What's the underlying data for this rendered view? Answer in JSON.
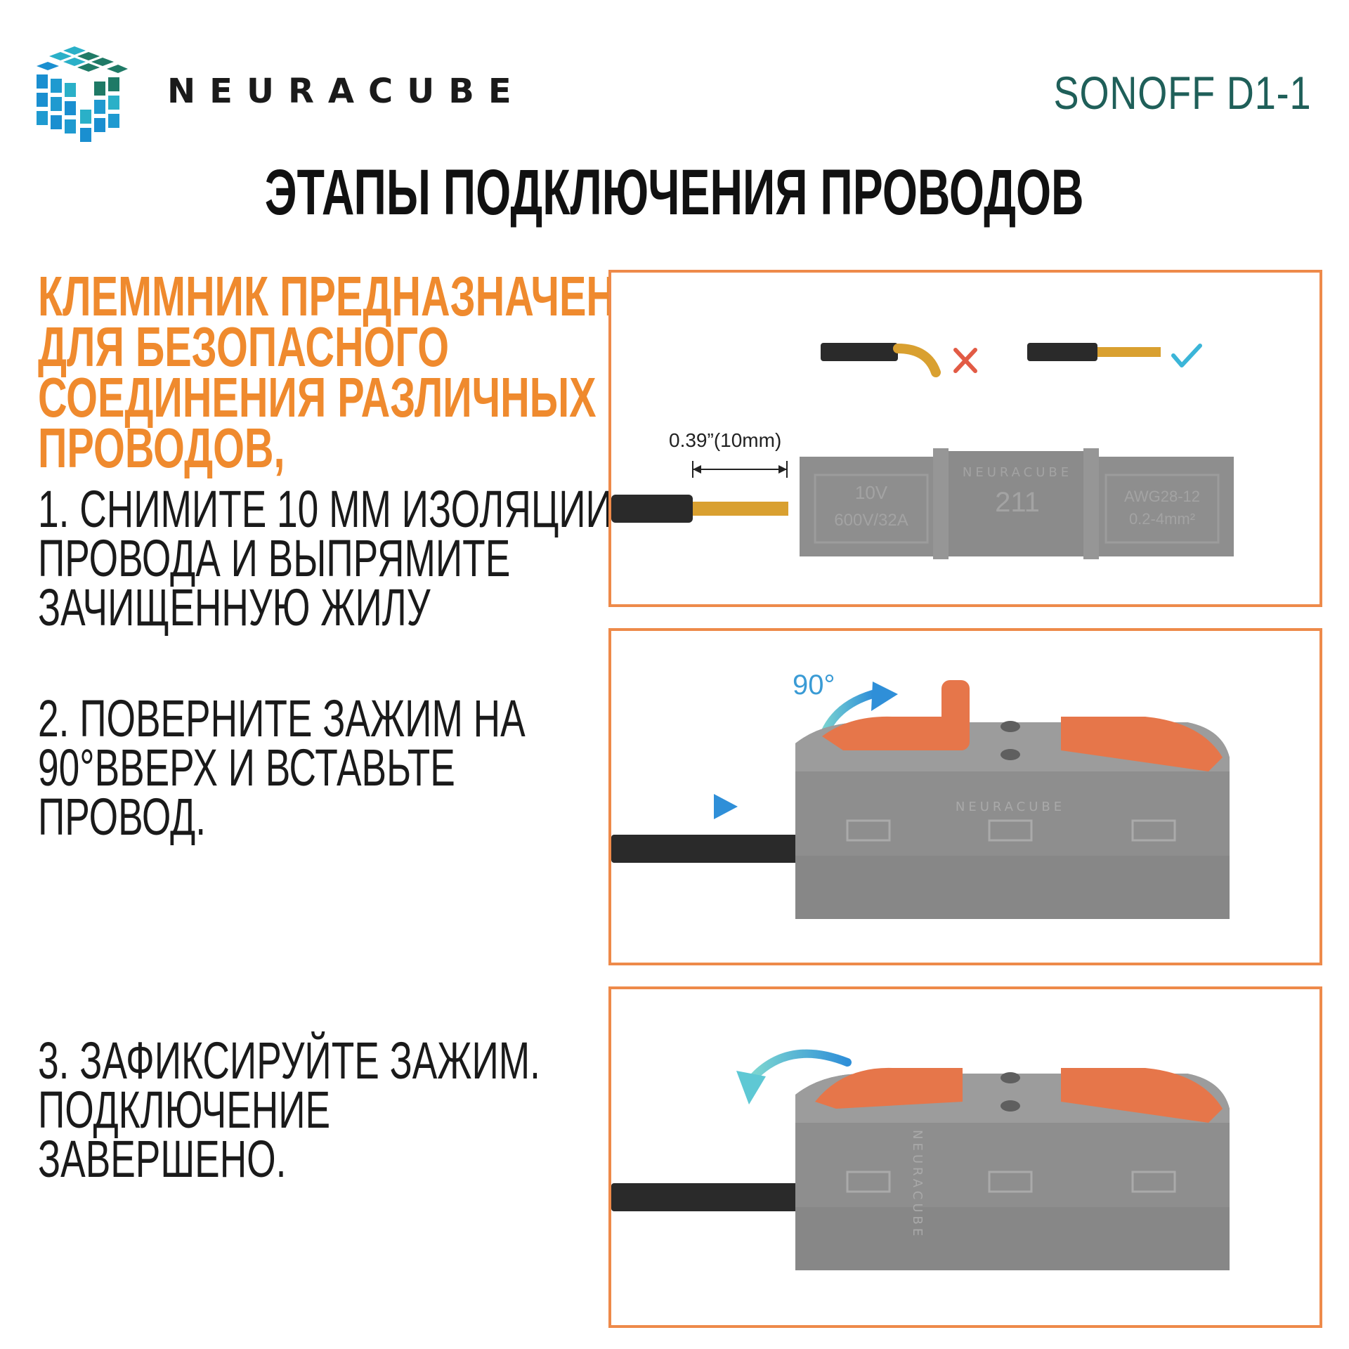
{
  "brand": {
    "logo_icon": "cube-logo-icon",
    "name": "NEURACUBE",
    "model": "SONOFF D1-1"
  },
  "title": "ЭТАПЫ ПОДКЛЮЧЕНИЯ ПРОВОДОВ",
  "intro_lines": [
    "КЛЕММНИК ПРЕДНАЗНАЧЕН",
    "ДЛЯ БЕЗОПАСНОГО",
    "СОЕДИНЕНИЯ РАЗЛИЧНЫХ",
    "ПРОВОДОВ,"
  ],
  "steps": [
    {
      "lines": [
        "1. СНИМИТЕ 10 ММ ИЗОЛЯЦИИ",
        "ПРОВОДА И ВЫПРЯМИТЕ",
        "ЗАЧИЩЕННУЮ ЖИЛУ"
      ]
    },
    {
      "lines": [
        "2. ПОВЕРНИТЕ ЗАЖИМ НА",
        "90°ВВЕРХ И ВСТАВЬТЕ",
        "ПРОВОД."
      ]
    },
    {
      "lines": [
        "3. ЗАФИКСИРУЙТЕ  ЗАЖИМ.",
        "ПОДКЛЮЧЕНИЕ",
        "ЗАВЕРШЕНО."
      ]
    }
  ],
  "panel1": {
    "dimension_label": "0.39”(10mm)",
    "connector_left_top": "10V",
    "connector_left_bottom": "600V/32A",
    "connector_brand": "NEURACUBE",
    "connector_model": "211",
    "connector_right_top": "AWG28-12",
    "connector_right_bottom": "0.2-4mm²",
    "wrong_icon": "cross-icon",
    "right_icon": "check-icon"
  },
  "panel2": {
    "angle_label": "90°",
    "connector_brand": "NEURACUBE",
    "rotate_icon": "rotate-up-arrow-icon",
    "insert_icon": "right-arrow-icon"
  },
  "panel3": {
    "connector_brand": "NEURACUBE",
    "rotate_icon": "rotate-down-arrow-icon"
  },
  "colors": {
    "orange": "#ef8a2e",
    "teal": "#1f5f59",
    "panel_border": "#ee8a4a",
    "connector_gray": "#8e8e8e",
    "lever_orange": "#e6764a",
    "arrow_blue": "#2f8fd8"
  }
}
